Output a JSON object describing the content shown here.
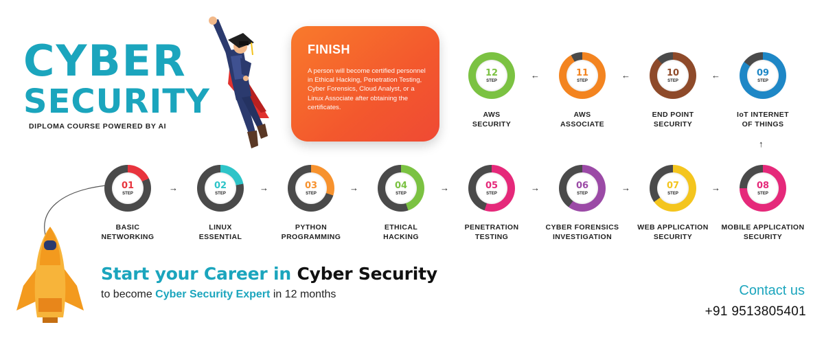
{
  "header": {
    "title_line1": "CYBER",
    "title_line2": "SECURITY",
    "subtitle": "DIPLOMA COURSE POWERED BY AI"
  },
  "finish": {
    "title": "FINISH",
    "text": "A person will become certified personnel in Ethical Hacking, Penetration Testing, Cyber Forensics, Cloud Analyst, or a Linux Associate after obtaining the certificates."
  },
  "step_word": "STEP",
  "steps": [
    {
      "num": "01",
      "line1": "BASIC",
      "line2": "NETWORKING",
      "color": "#e8343d",
      "fill": 0.18
    },
    {
      "num": "02",
      "line1": "LINUX",
      "line2": "ESSENTIAL",
      "color": "#2ec4c8",
      "fill": 0.22
    },
    {
      "num": "03",
      "line1": "PYTHON",
      "line2": "PROGRAMMING",
      "color": "#f7922e",
      "fill": 0.3
    },
    {
      "num": "04",
      "line1": "ETHICAL",
      "line2": "HACKING",
      "color": "#7bc242",
      "fill": 0.45
    },
    {
      "num": "05",
      "line1": "PENETRATION",
      "line2": "TESTING",
      "color": "#e5297a",
      "fill": 0.55
    },
    {
      "num": "06",
      "line1": "CYBER FORENSICS",
      "line2": "INVESTIGATION",
      "color": "#9b4aa6",
      "fill": 0.6
    },
    {
      "num": "07",
      "line1": "WEB APPLICATION",
      "line2": "SECURITY",
      "color": "#f4c51e",
      "fill": 0.65
    },
    {
      "num": "08",
      "line1": "MOBILE APPLICATION",
      "line2": "SECURITY",
      "color": "#e5297a",
      "fill": 0.75
    },
    {
      "num": "09",
      "line1": "IoT INTERNET",
      "line2": "OF THINGS",
      "color": "#1e87c6",
      "fill": 0.85
    },
    {
      "num": "10",
      "line1": "END POINT",
      "line2": "SECURITY",
      "color": "#8e4a2a",
      "fill": 0.88
    },
    {
      "num": "11",
      "line1": "AWS",
      "line2": "ASSOCIATE",
      "color": "#f38420",
      "fill": 0.92
    },
    {
      "num": "12",
      "line1": "AWS",
      "line2": "SECURITY",
      "color": "#7bc242",
      "fill": 1.0
    }
  ],
  "cta": {
    "line1_accent": "Start your Career in",
    "line1_dark": "Cyber Security",
    "line2_pre": "to become",
    "line2_accent": "Cyber Security Expert",
    "line2_post": "in 12 months"
  },
  "contact": {
    "label": "Contact us",
    "phone": "+91 9513805401"
  },
  "icons": {
    "graduate": "graduate-superhero-illustration",
    "rocket": "rocket-illustration",
    "arrow_right": "→",
    "arrow_left": "←",
    "arrow_up": "↑"
  }
}
